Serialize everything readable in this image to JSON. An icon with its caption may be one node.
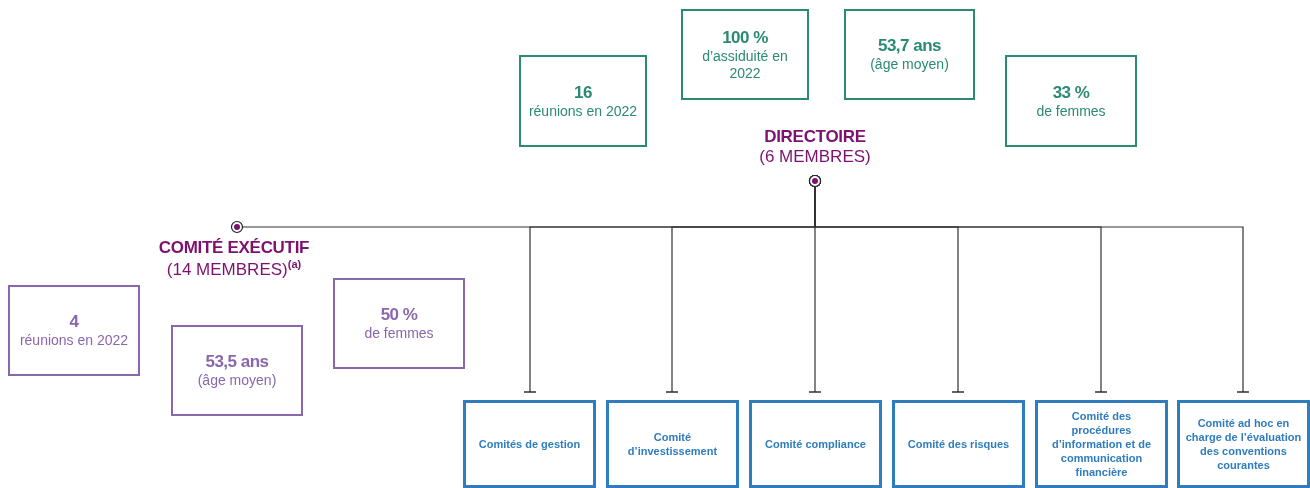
{
  "diagram": {
    "nodes": [
      {
        "text": [
          "100 %",
          "d’assiduité en 2022"
        ]
      },
      {
        "text": [
          "53,7 ans",
          "(âge moyen)"
        ]
      },
      {
        "text": [
          "16",
          "réunions en 2022"
        ]
      },
      {
        "text": [
          "33 %",
          "de femmes"
        ]
      },
      {
        "text": [
          "DIRECTOIRE",
          "(6 MEMBRES)"
        ]
      },
      {
        "text": [
          "COMITÉ EXÉCUTIF",
          "(14 MEMBRES)$^{(a)}$"
        ]
      },
      {
        "text": [
          "50 %",
          "de femmes"
        ]
      },
      {
        "text": [
          "4",
          "réunions en 2022"
        ]
      },
      {
        "text": [
          "53,5 ans",
          "(âge moyen)"
        ]
      },
      {
        "text": [
          "Comités de gestion"
        ]
      },
      {
        "text": [
          "Comité d’investissement"
        ]
      },
      {
        "text": [
          "Comité compliance"
        ]
      },
      {
        "text": [
          "Comité des risques"
        ]
      },
      {
        "text": [
          "Comité des procédures d’information et de communication financière"
        ]
      },
      {
        "text": [
          "Comité ad hoc en charge de l’évaluation des conventions courantes"
        ]
      }
    ],
    "edges": [
      {
        "from": 4,
        "to": 5,
        "arrow": "other"
      },
      {
        "from": 4,
        "to": 9,
        "arrow": "other"
      },
      {
        "from": 4,
        "to": 10,
        "arrow": "other"
      },
      {
        "from": 4,
        "to": 11,
        "arrow": "other"
      },
      {
        "from": 4,
        "to": 12,
        "arrow": "other"
      },
      {
        "from": 4,
        "to": 13,
        "arrow": "other"
      },
      {
        "from": 4,
        "to": 14,
        "arrow": "other"
      }
    ]
  }
}
